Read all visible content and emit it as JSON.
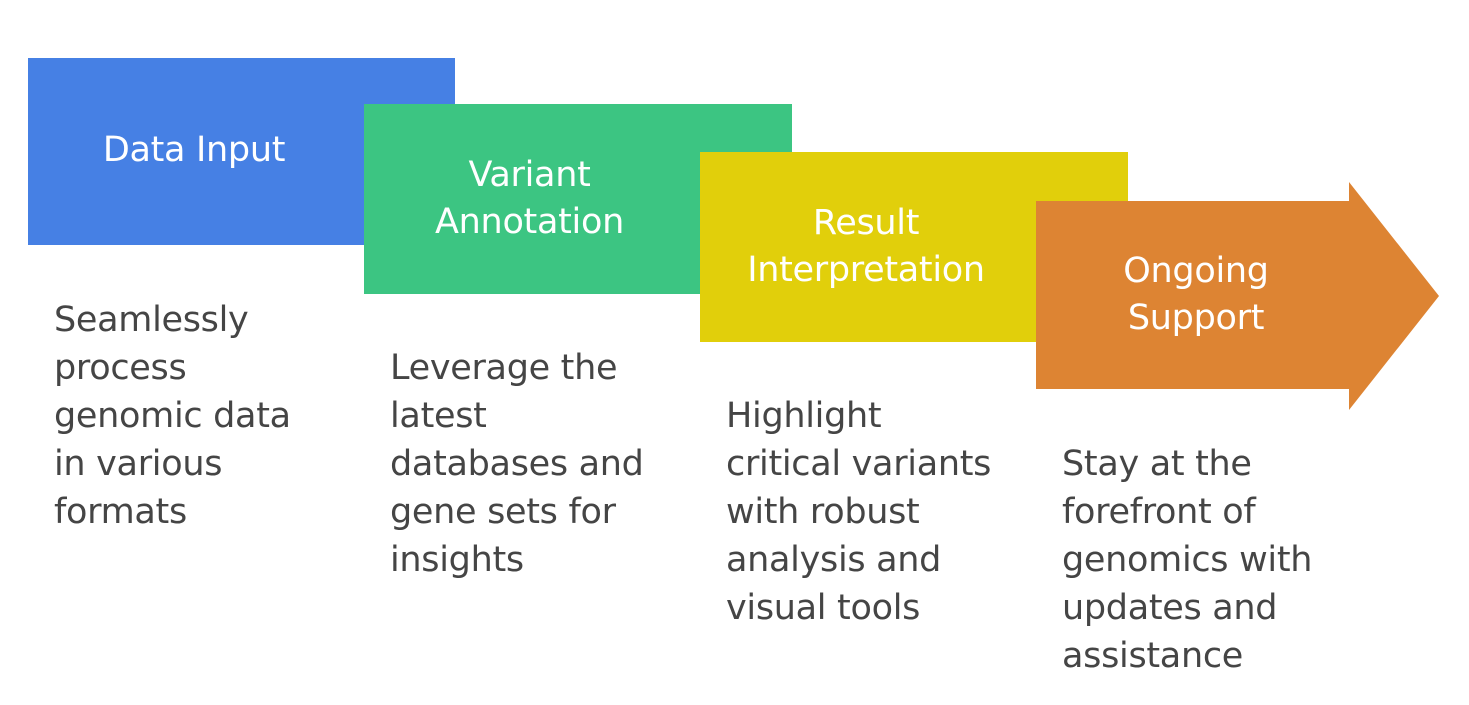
{
  "colors": {
    "step1": "#4680e4",
    "step1_fold": "#3e6ccc",
    "step2": "#3cc582",
    "step2_fold": "#2fa86c",
    "step3": "#e1cf0b",
    "step3_fold": "#c2b100",
    "step4": "#dd8433",
    "step4_fold": "#c47026",
    "description_text": "#454545",
    "title_text": "#ffffff"
  },
  "steps": [
    {
      "title": "Data Input",
      "description": "Seamlessly\nprocess\ngenomic data\nin various\nformats"
    },
    {
      "title": "Variant\nAnnotation",
      "description": "Leverage the\nlatest\ndatabases and\ngene sets for\ninsights"
    },
    {
      "title": "Result\nInterpretation",
      "description": "Highlight\ncritical variants\nwith robust\nanalysis and\nvisual tools"
    },
    {
      "title": "Ongoing\nSupport",
      "description": "Stay at the\nforefront of\ngenomics with\nupdates and\nassistance"
    }
  ]
}
